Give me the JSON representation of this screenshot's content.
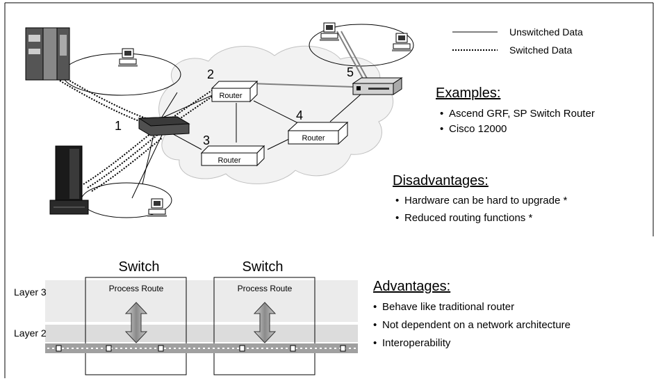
{
  "legend": {
    "unswitched": "Unswitched Data",
    "switched": "Switched Data"
  },
  "node_numbers": [
    "1",
    "2",
    "3",
    "4",
    "5"
  ],
  "router_label": "Router",
  "examples": {
    "heading": "Examples:",
    "items": [
      "Ascend GRF, SP Switch Router",
      "Cisco 12000"
    ]
  },
  "disadvantages": {
    "heading": "Disadvantages:",
    "items": [
      "Hardware can be hard to upgrade *",
      "Reduced routing functions *"
    ]
  },
  "advantages": {
    "heading": "Advantages:",
    "items": [
      "Behave like traditional router",
      "Not dependent on a network architecture",
      "Interoperability"
    ]
  },
  "switches": [
    {
      "title": "Switch",
      "process": "Process Route"
    },
    {
      "title": "Switch",
      "process": "Process Route"
    }
  ],
  "layers": [
    "Layer 3",
    "Layer 2"
  ],
  "colors": {
    "line": "#808080",
    "cloud": "#f2f2f2",
    "layer3_band": "#ebebeb",
    "layer2_band": "#dcdcdc",
    "bus": "#a0a0a0"
  }
}
